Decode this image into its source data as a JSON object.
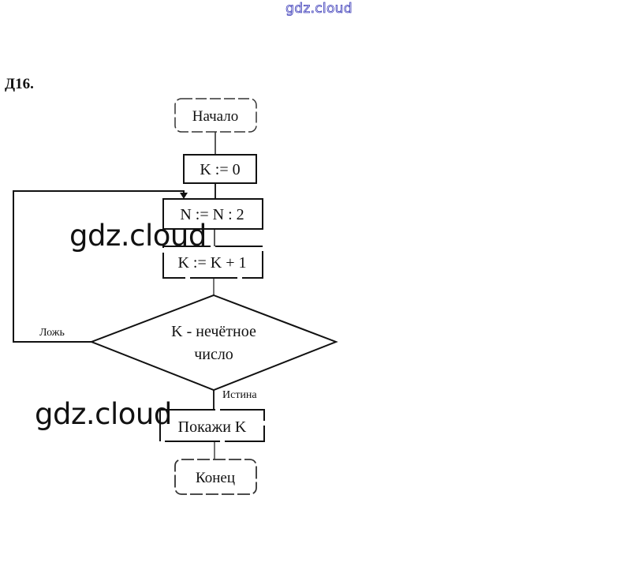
{
  "watermark_top": "gdz.cloud",
  "watermarks": [
    "gdz.cloud",
    "gdz.cloud"
  ],
  "problem_label": "Д16.",
  "flowchart": {
    "start": "Начало",
    "step1": "K := 0",
    "step2": "N := N : 2",
    "step3": "K := K + 1",
    "condition_line1": "K - нечётное",
    "condition_line2": "число",
    "false_label": "Ложь",
    "true_label": "Истина",
    "output": "Покажи K",
    "end": "Конец"
  }
}
